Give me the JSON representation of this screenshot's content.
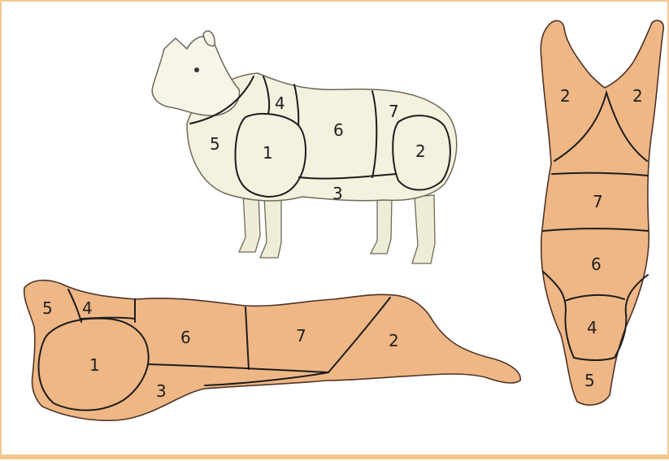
{
  "diagram": {
    "sheep_labels": [
      "4",
      "6",
      "7",
      "5",
      "1",
      "2",
      "3"
    ],
    "side_labels": [
      "5",
      "4",
      "6",
      "7",
      "1",
      "2",
      "3"
    ],
    "carcass_labels": [
      "2",
      "2",
      "7",
      "6",
      "4",
      "5"
    ]
  },
  "colors": {
    "border": "#f3c98f",
    "meat": "#efb786",
    "wool": "#f4f1df",
    "line": "#1d1d1d"
  }
}
